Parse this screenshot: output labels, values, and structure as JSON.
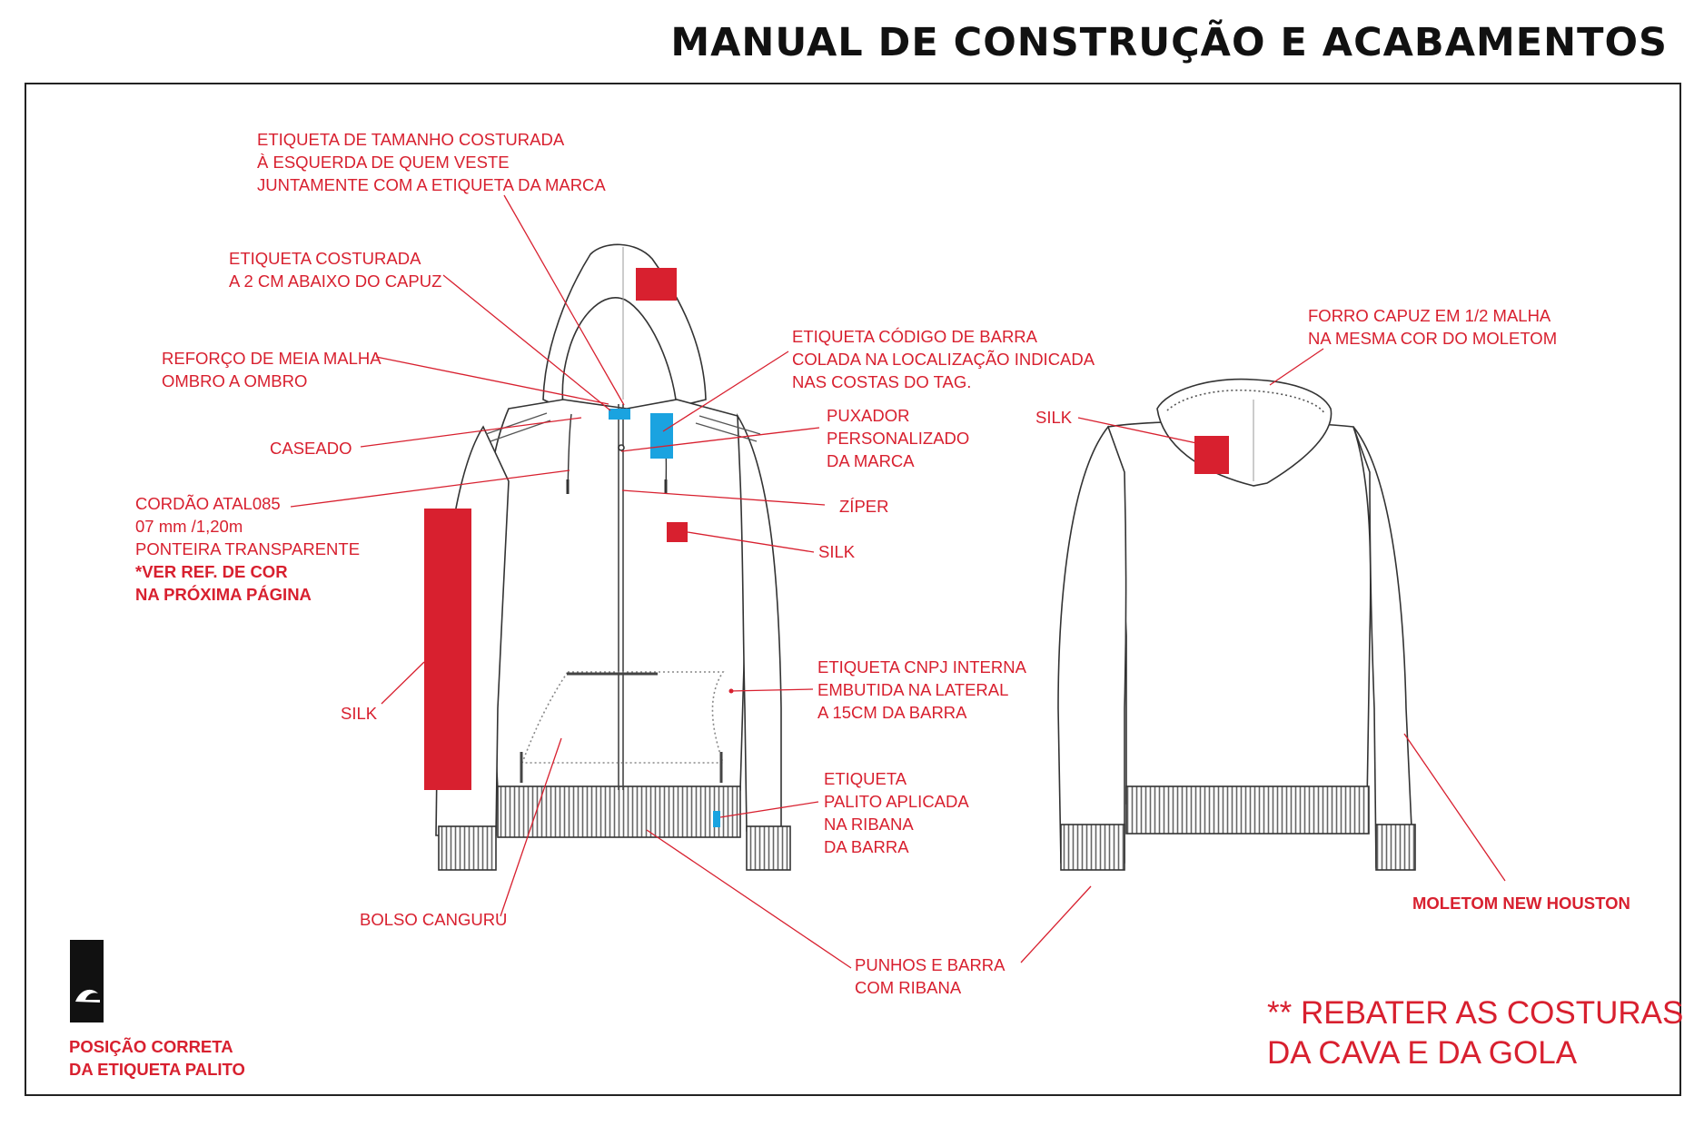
{
  "title": "MANUAL DE CONSTRUÇÃO E ACABAMENTOS",
  "colors": {
    "accent": "#d8202f",
    "label_blue": "#1aa3e0",
    "line": "#333333"
  },
  "icons": {
    "brand_tag": "wave-logo-icon"
  },
  "labels": {
    "etiqueta_tamanho": [
      "ETIQUETA DE TAMANHO COSTURADA",
      "À ESQUERDA DE QUEM VESTE",
      "JUNTAMENTE COM A ETIQUETA DA MARCA"
    ],
    "etiqueta_costurada": [
      "ETIQUETA COSTURADA",
      "A 2 CM ABAIXO DO CAPUZ"
    ],
    "reforco": [
      "REFORÇO DE MEIA MALHA",
      "OMBRO A OMBRO"
    ],
    "caseado": "CASEADO",
    "cordao": [
      "CORDÃO ATAL085",
      "07 mm /1,20m",
      "PONTEIRA TRANSPARENTE"
    ],
    "cordao_note": [
      "*VER REF. DE COR",
      "NA PRÓXIMA PÁGINA"
    ],
    "silk_sleeve": "SILK",
    "bolso": "BOLSO CANGURU",
    "codigo_barra": [
      "ETIQUETA CÓDIGO DE BARRA",
      "COLADA NA  LOCALIZAÇÃO INDICADA",
      "NAS COSTAS DO TAG."
    ],
    "puxador": [
      "PUXADOR",
      "PERSONALIZADO",
      "DA MARCA"
    ],
    "ziper": "ZÍPER",
    "silk_chest": "SILK",
    "cnpj": [
      "ETIQUETA CNPJ INTERNA",
      "EMBUTIDA NA LATERAL",
      "A 15CM DA BARRA"
    ],
    "palito": [
      "ETIQUETA",
      "PALITO APLICADA",
      "NA RIBANA",
      "DA BARRA"
    ],
    "punhos": [
      "PUNHOS E BARRA",
      "COM RIBANA"
    ],
    "forro": [
      "FORRO CAPUZ EM 1/2 MALHA",
      "NA MESMA COR DO MOLETOM"
    ],
    "silk_back": "SILK",
    "moletom": "MOLETOM NEW HOUSTON",
    "posicao": [
      "POSIÇÃO CORRETA",
      "DA ETIQUETA PALITO"
    ],
    "rebater": [
      "** REBATER AS COSTURAS",
      "DA CAVA E DA GOLA"
    ]
  }
}
